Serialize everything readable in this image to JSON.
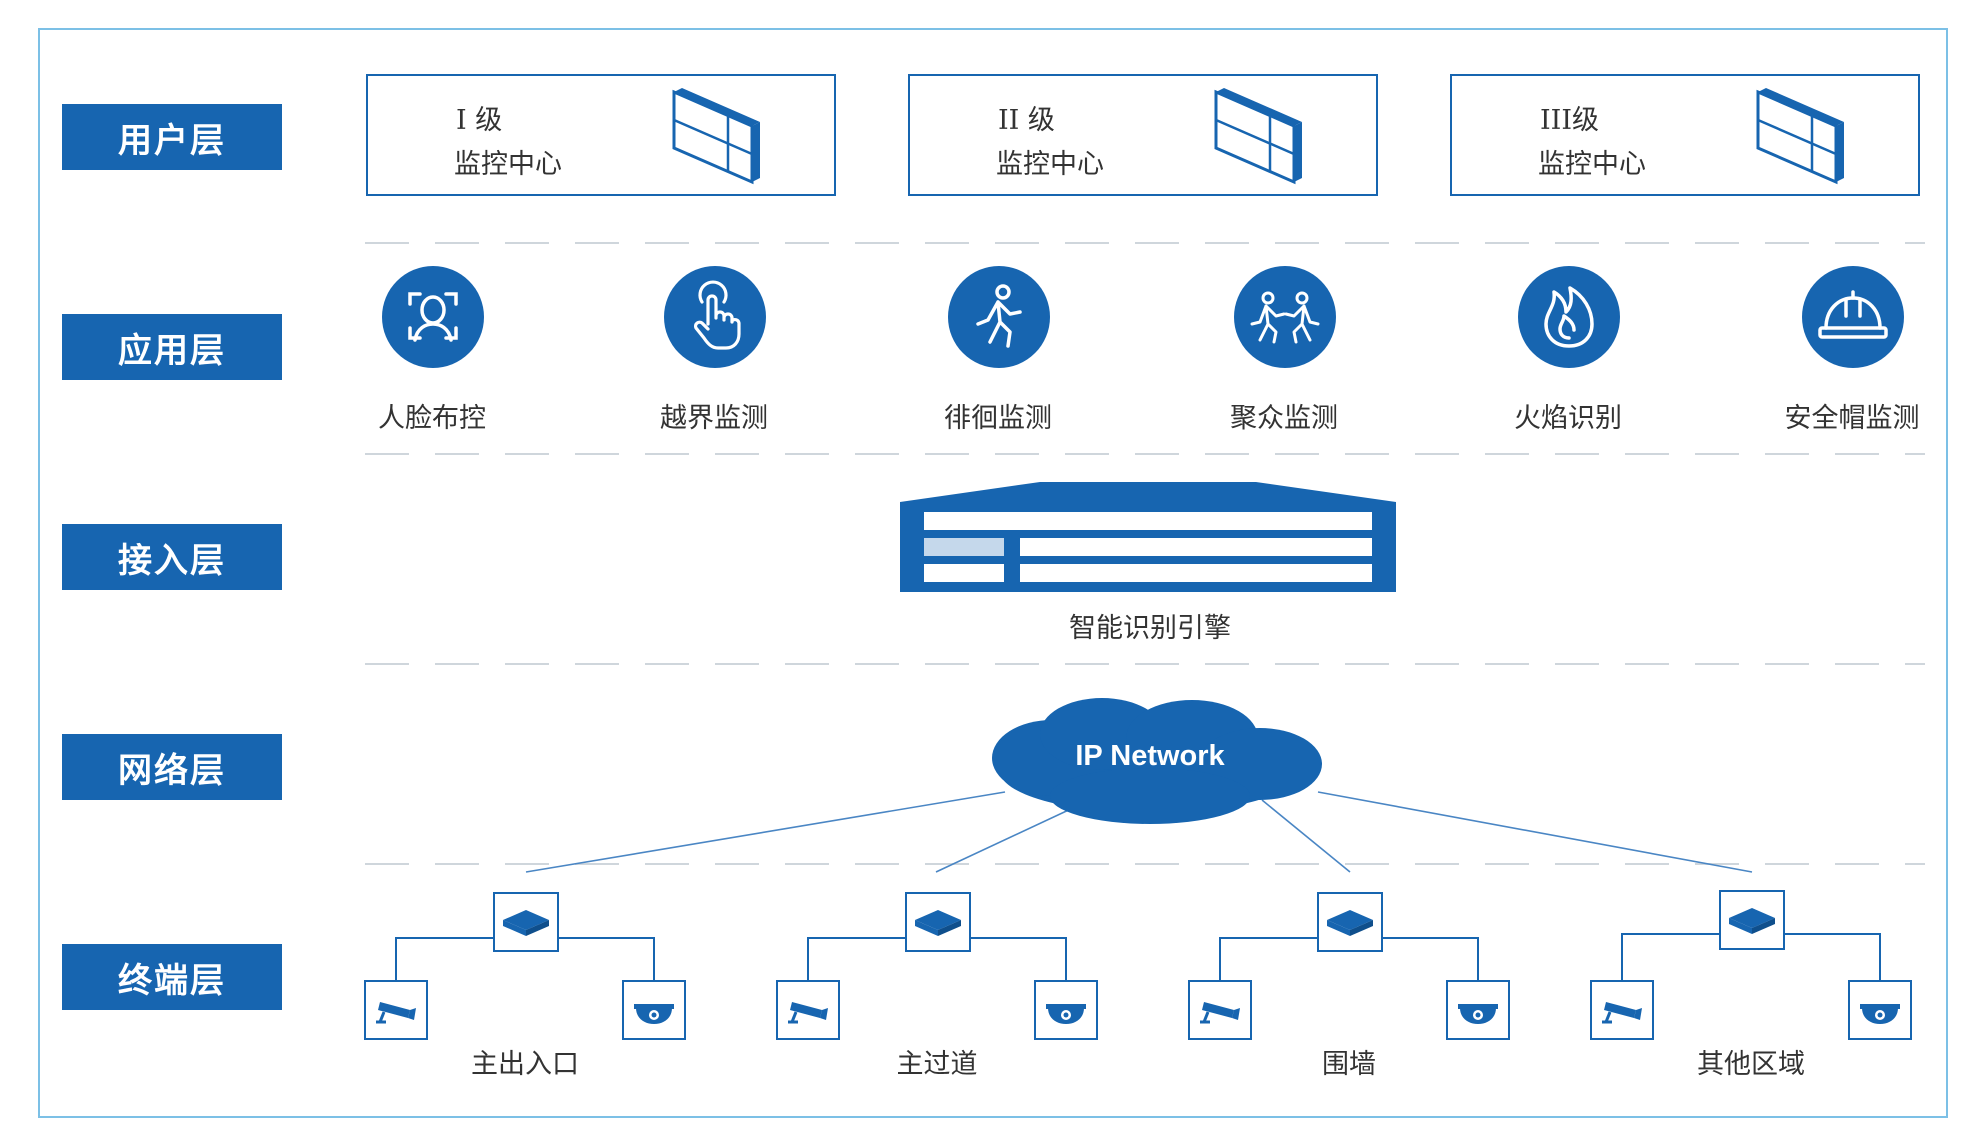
{
  "layers": [
    {
      "label": "用户层"
    },
    {
      "label": "应用层"
    },
    {
      "label": "接入层"
    },
    {
      "label": "网络层"
    },
    {
      "label": "终端层"
    }
  ],
  "monitor_centers": [
    {
      "level": "I 级",
      "name": "监控中心"
    },
    {
      "level": "II 级",
      "name": "监控中心"
    },
    {
      "level": "III级",
      "name": "监控中心"
    }
  ],
  "applications": [
    {
      "label": "人脸布控",
      "icon": "face-recognition-icon"
    },
    {
      "label": "越界监测",
      "icon": "hand-touch-icon"
    },
    {
      "label": "徘徊监测",
      "icon": "walking-person-icon"
    },
    {
      "label": "聚众监测",
      "icon": "crowd-icon"
    },
    {
      "label": "火焰识别",
      "icon": "flame-icon"
    },
    {
      "label": "安全帽监测",
      "icon": "hard-hat-icon"
    }
  ],
  "engine": {
    "label": "智能识别引擎"
  },
  "network": {
    "label": "IP Network"
  },
  "areas": [
    {
      "label": "主出入口"
    },
    {
      "label": "主过道"
    },
    {
      "label": "围墙"
    },
    {
      "label": "其他区域"
    }
  ],
  "colors": {
    "primary": "#1765b0",
    "frame": "#7cc0e6",
    "divider": "#cfd6dc",
    "line": "#4a86c4"
  }
}
